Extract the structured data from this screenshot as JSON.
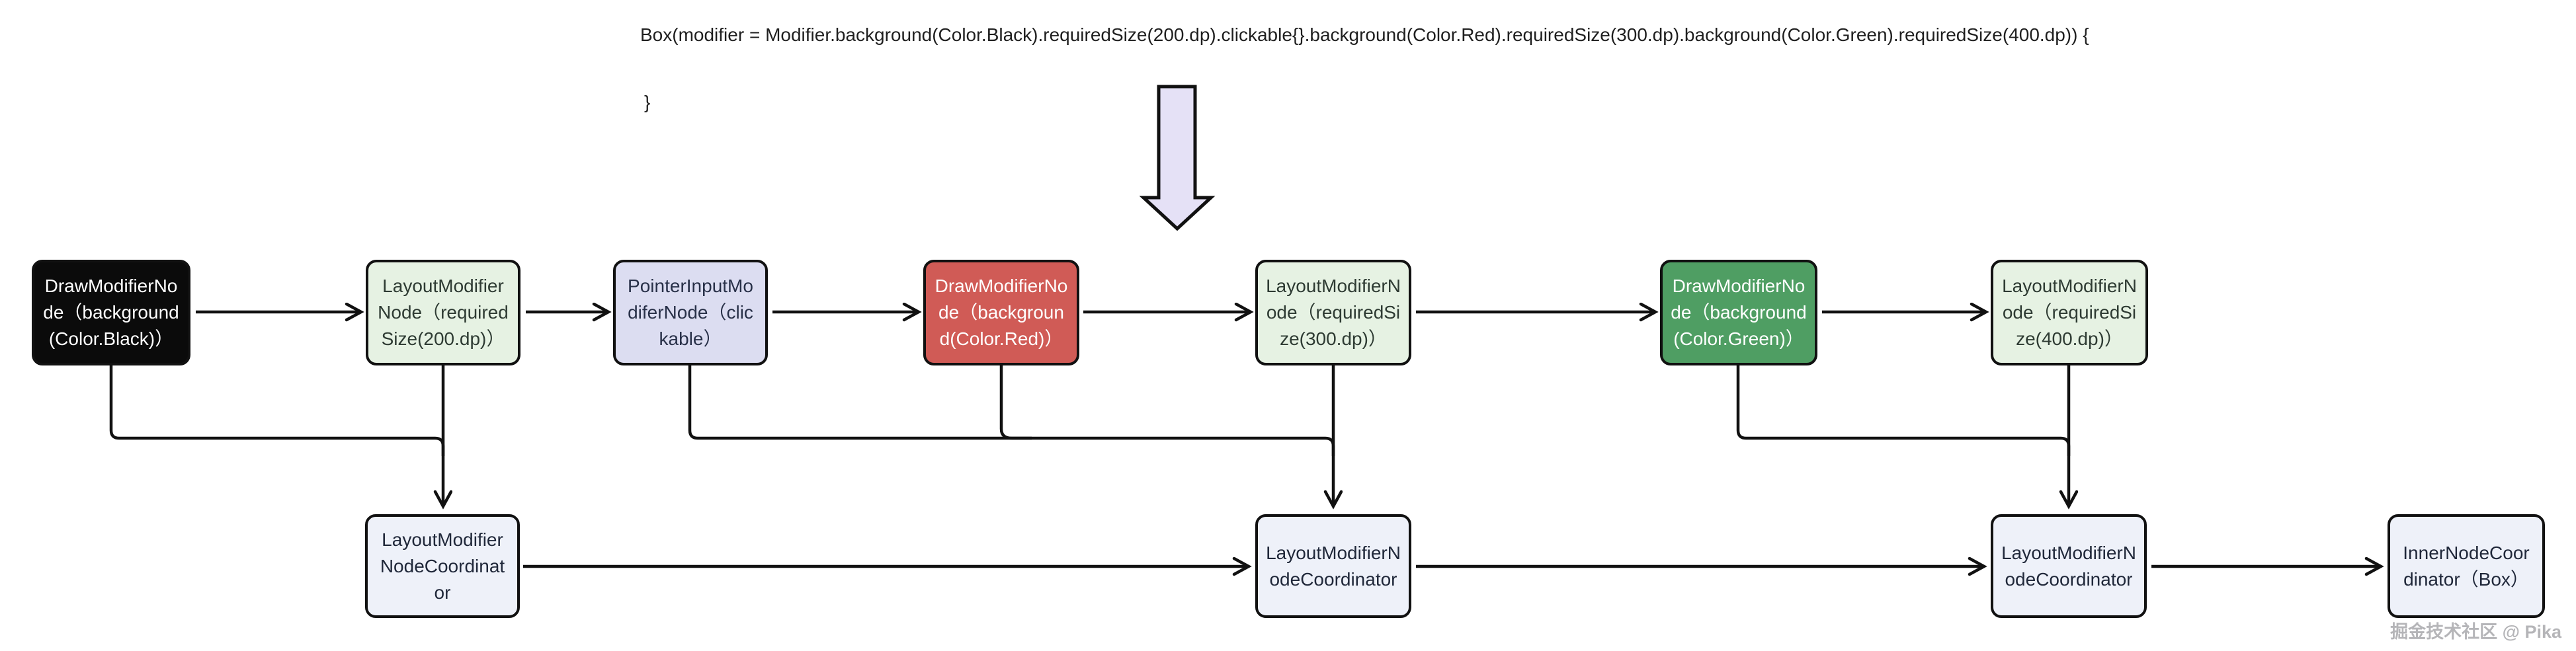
{
  "code": {
    "line1": "Box(modifier = Modifier.background(Color.Black).requiredSize(200.dp).clickable{}.background(Color.Red).requiredSize(300.dp).background(Color.Green).requiredSize(400.dp)) {",
    "line2": "}"
  },
  "colors": {
    "outline": "#111111",
    "big_arrow_fill": "#e5e1f6",
    "node_black": "#0b0b0b",
    "node_light_green": "#e6f2e3",
    "node_lavender": "#dcddf1",
    "node_red": "#d05b56",
    "node_green": "#4f9e63",
    "coordinator_bg": "#eef1f9",
    "text_on_dark": "#ffffff",
    "text_on_green_tint": "#2e3b33",
    "text_on_lavender": "#283048",
    "text_on_coordinator": "#20283a"
  },
  "diagram": {
    "top_nodes": [
      {
        "label": "DrawModifierNode（background(Color.Black)）",
        "bg": "#0b0b0b",
        "fg": "#ffffff"
      },
      {
        "label": "LayoutModifierNode（requiredSize(200.dp)）",
        "bg": "#e6f2e3",
        "fg": "#2e3b33"
      },
      {
        "label": "PointerInputModiferNode（clickable）",
        "bg": "#dcddf1",
        "fg": "#283048"
      },
      {
        "label": "DrawModifierNode（background(Color.Red)）",
        "bg": "#d05b56",
        "fg": "#ffffff"
      },
      {
        "label": "LayoutModifierNode（requiredSize(300.dp)）",
        "bg": "#e6f2e3",
        "fg": "#2e3b33"
      },
      {
        "label": "DrawModifierNode（background(Color.Green)）",
        "bg": "#4f9e63",
        "fg": "#ffffff"
      },
      {
        "label": "LayoutModifierNode（requiredSize(400.dp)）",
        "bg": "#e6f2e3",
        "fg": "#2e3b33"
      }
    ],
    "bottom_nodes": [
      {
        "label": "LayoutModifierNodeCoordinator",
        "bg": "#eef1f9",
        "fg": "#20283a"
      },
      {
        "label": "LayoutModifierNodeCoordinator",
        "bg": "#eef1f9",
        "fg": "#20283a"
      },
      {
        "label": "LayoutModifierNodeCoordinator",
        "bg": "#eef1f9",
        "fg": "#20283a"
      },
      {
        "label": "InnerNodeCoordinator（Box）",
        "bg": "#eef1f9",
        "fg": "#20283a"
      }
    ]
  },
  "watermark": "掘金技术社区 @ Pika"
}
